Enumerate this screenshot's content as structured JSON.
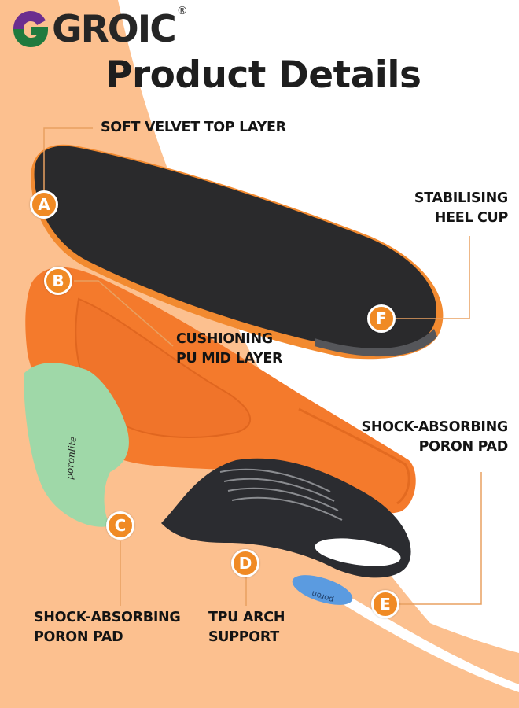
{
  "brand": {
    "name": "GROIC",
    "trademark": "®",
    "colors": {
      "purple": "#6b2d8f",
      "green": "#1f7a3e",
      "text": "#262626"
    }
  },
  "page": {
    "title": "Product Details",
    "accent_color": "#f08a24",
    "background_peach": "#fcc08f"
  },
  "callouts": [
    {
      "badge": "A",
      "label_line1": "SOFT VELVET TOP LAYER",
      "label_line2": ""
    },
    {
      "badge": "B",
      "label_line1": "CUSHIONING",
      "label_line2": "PU MID LAYER"
    },
    {
      "badge": "C",
      "label_line1": "SHOCK-ABSORBING",
      "label_line2": "PORON PAD"
    },
    {
      "badge": "D",
      "label_line1": "TPU ARCH",
      "label_line2": "SUPPORT"
    },
    {
      "badge": "E",
      "label_line1": "SHOCK-ABSORBING",
      "label_line2": "PORON PAD"
    },
    {
      "badge": "F",
      "label_line1": "STABILISING",
      "label_line2": "HEEL CUP"
    }
  ],
  "product_parts": {
    "top_layer": {
      "color": "#2a2a2c",
      "edge_color": "#f28a30"
    },
    "mid_layer": {
      "color": "#f47a2c"
    },
    "forefoot_pad": {
      "color": "#9fd8a8",
      "print": "poronlite"
    },
    "arch_support": {
      "color": "#2b2c30"
    },
    "heel_pad": {
      "color": "#5b9be0",
      "print": "poron"
    }
  }
}
